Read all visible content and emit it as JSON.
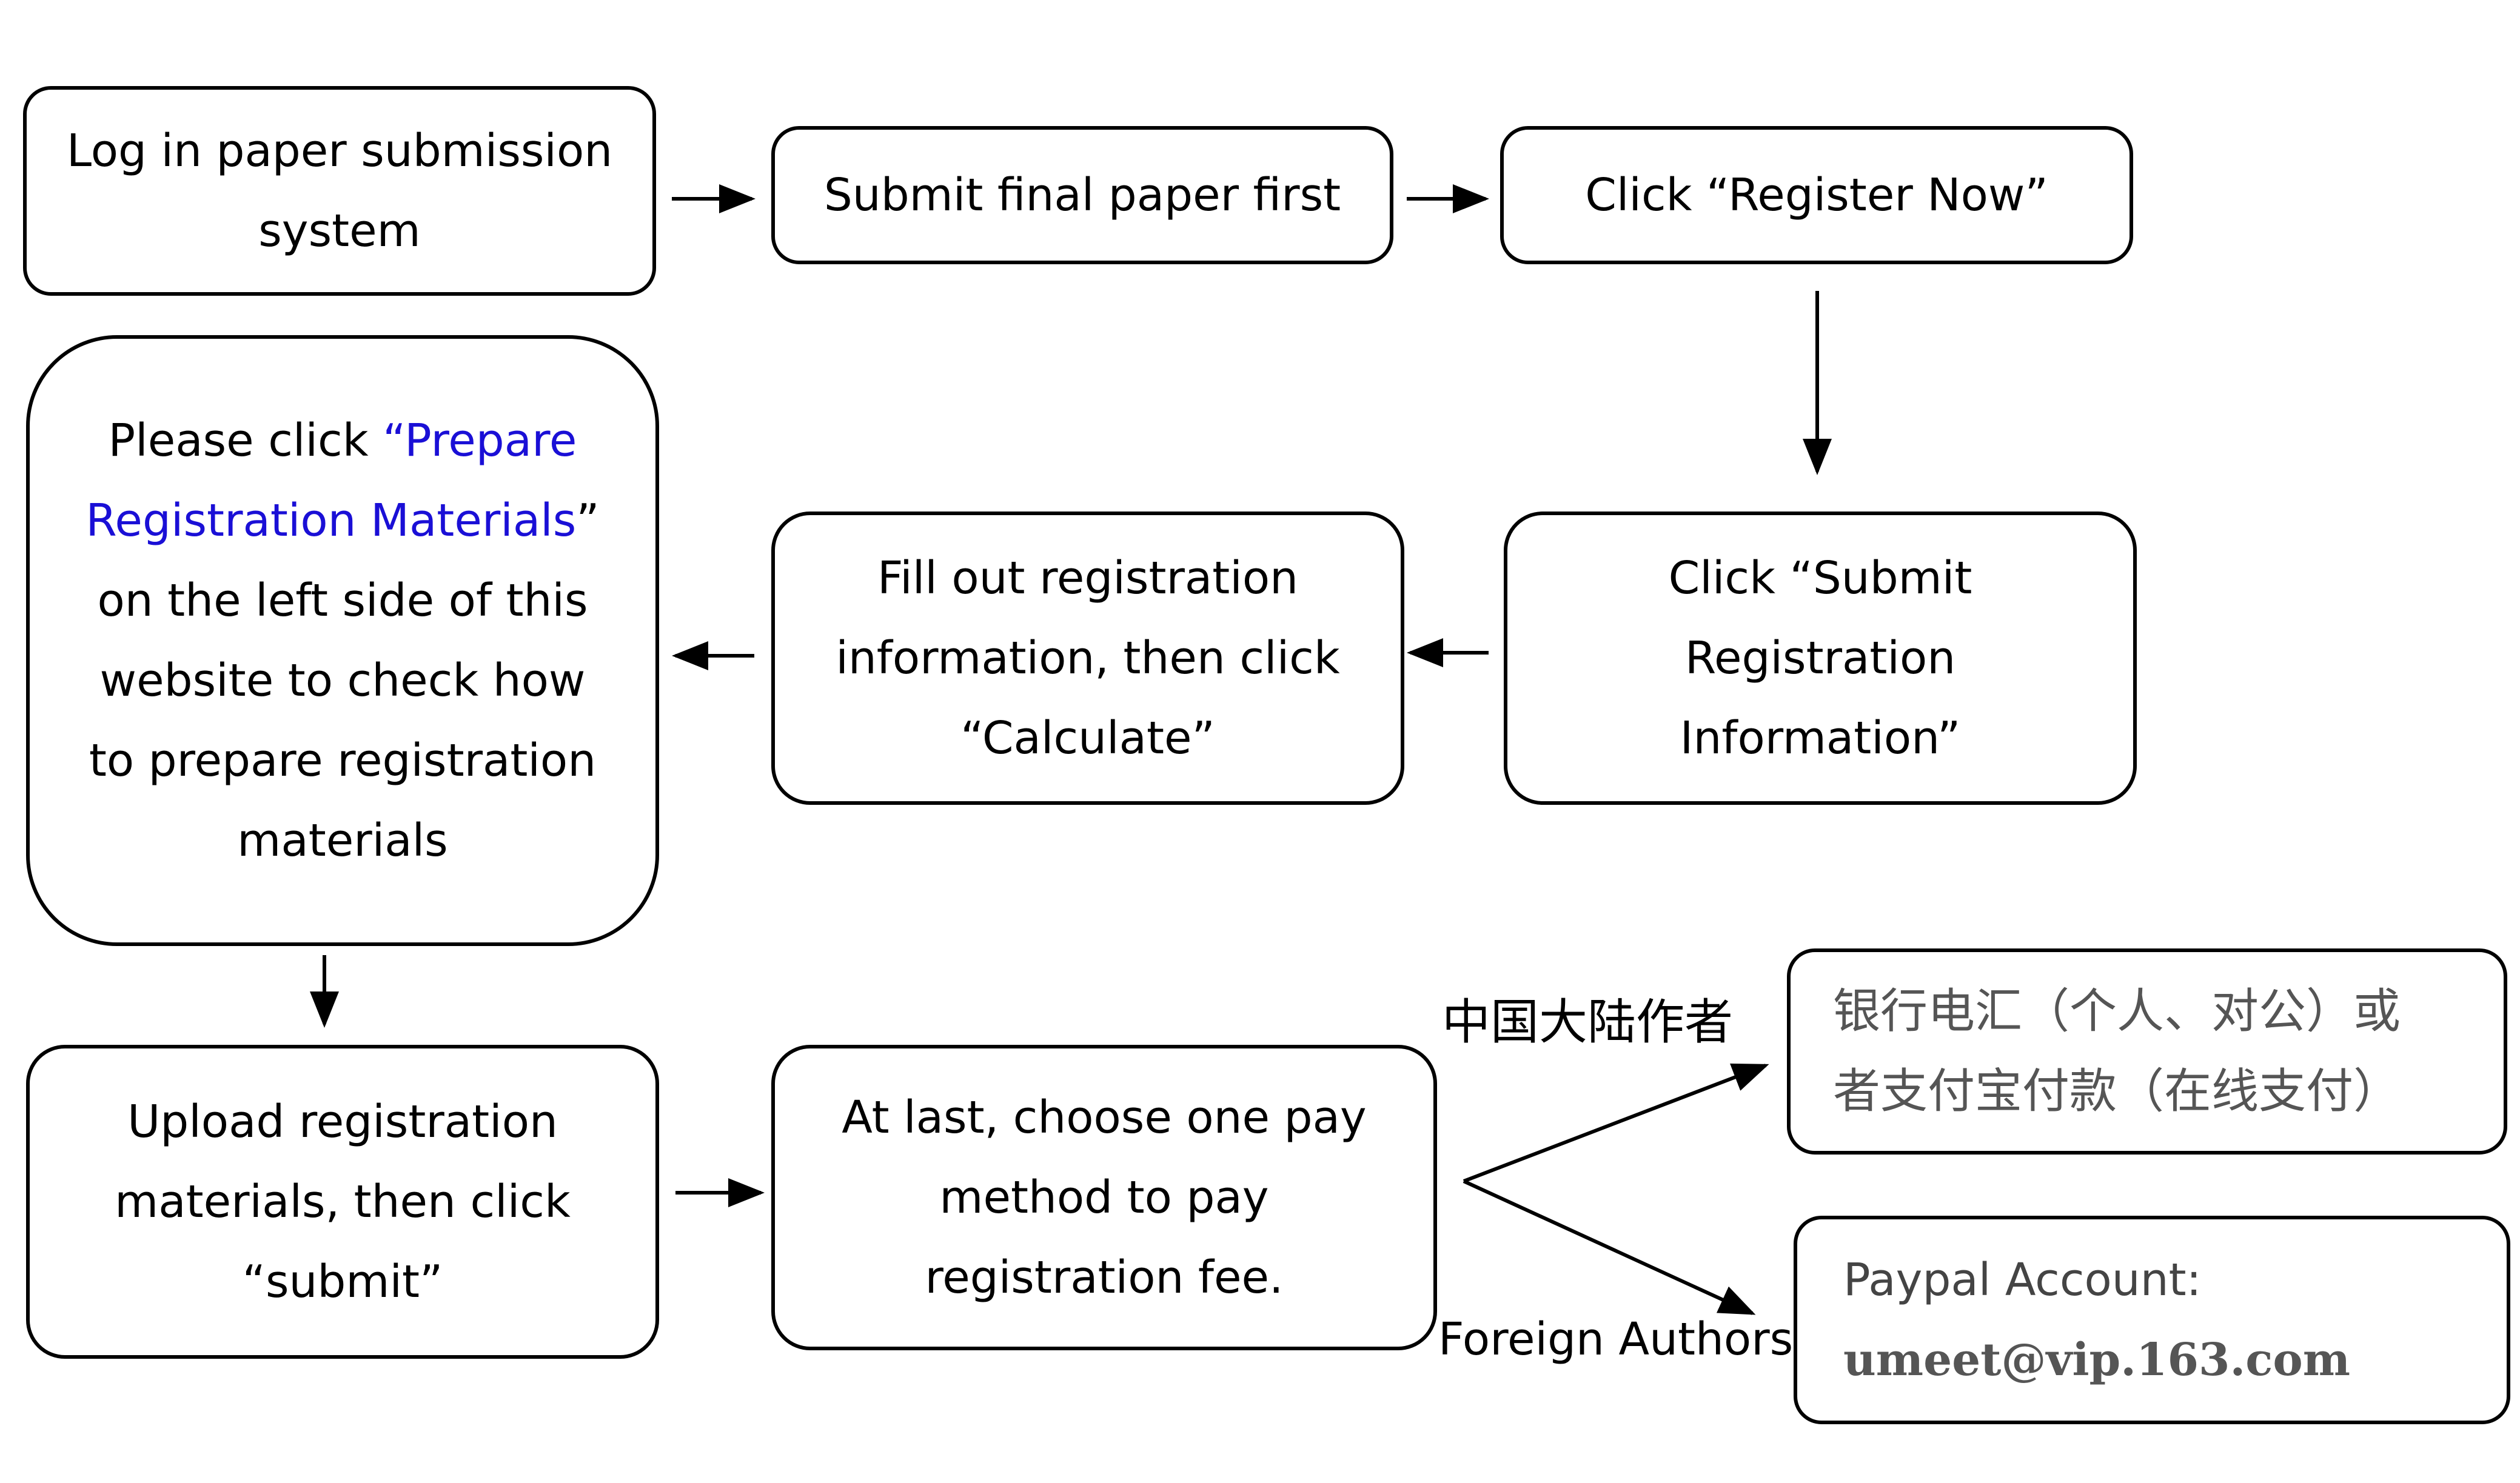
{
  "steps": {
    "login": {
      "line1": "Log in paper submission",
      "line2": "system"
    },
    "submit_paper": {
      "text": "Submit final paper first"
    },
    "register_now": {
      "text": "Click “Register Now”"
    },
    "submit_registration": {
      "line1": "Click “Submit",
      "line2": "Registration",
      "line3": "Information”"
    },
    "fill_out": {
      "line1": "Fill out registration",
      "line2": "information, then click",
      "line3": "“Calculate”"
    },
    "prepare": {
      "prefix": "Please click ",
      "link_part1": "“Prepare",
      "link_part2": "Registration Materials",
      "after_link": "”",
      "line3": "on the left side of this",
      "line4": "website to check how",
      "line5": "to prepare registration",
      "line6": "materials"
    },
    "upload": {
      "line1": "Upload registration",
      "line2": "materials, then click",
      "line3": "“submit”"
    },
    "pay_method": {
      "line1": "At last, choose one pay",
      "line2": "method to pay",
      "line3": "registration fee."
    }
  },
  "branches": {
    "china": {
      "label": "中国大陆作者",
      "line1": "银行电汇（个人、对公）或",
      "line2": "者支付宝付款（在线支付）"
    },
    "foreign": {
      "label": "Foreign Authors",
      "account_label": "Paypal Account:",
      "account_value": "umeet@vip.163.com"
    }
  },
  "colors": {
    "border": "#000000",
    "text": "#000000",
    "link": "#1a0fd6",
    "muted_text": "#555555"
  }
}
